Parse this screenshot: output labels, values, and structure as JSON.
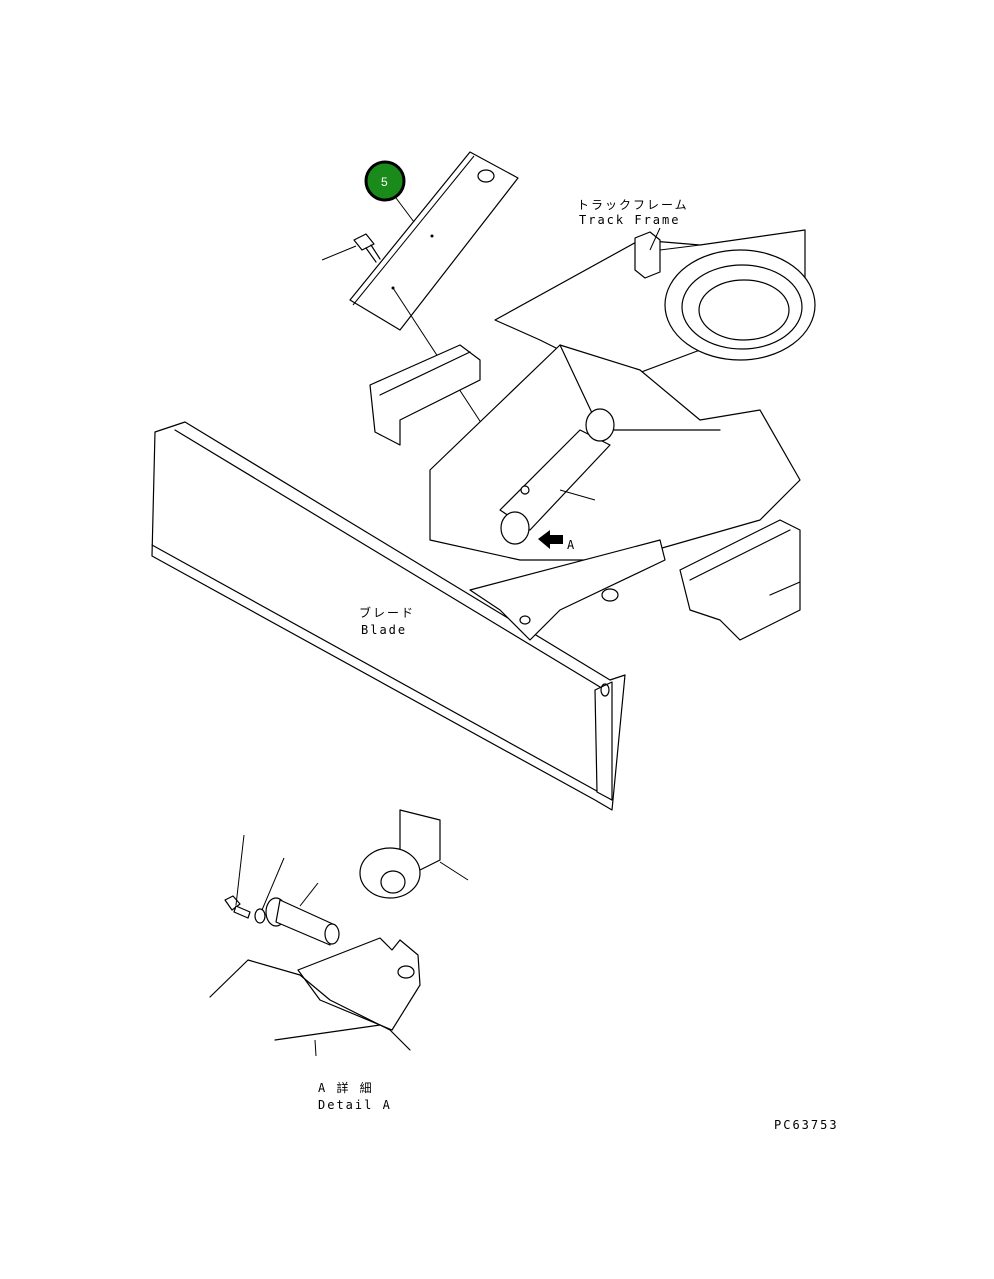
{
  "callout": {
    "number": "5",
    "fill_color": "#1a8a1a"
  },
  "labels": {
    "track_frame_jp": "トラックフレーム",
    "track_frame_en": "Track Frame",
    "blade_jp": "ブレード",
    "blade_en": "Blade",
    "view_marker": "A",
    "detail_jp": "A 詳 細",
    "detail_en": "Detail A",
    "drawing_number": "PC63753"
  }
}
